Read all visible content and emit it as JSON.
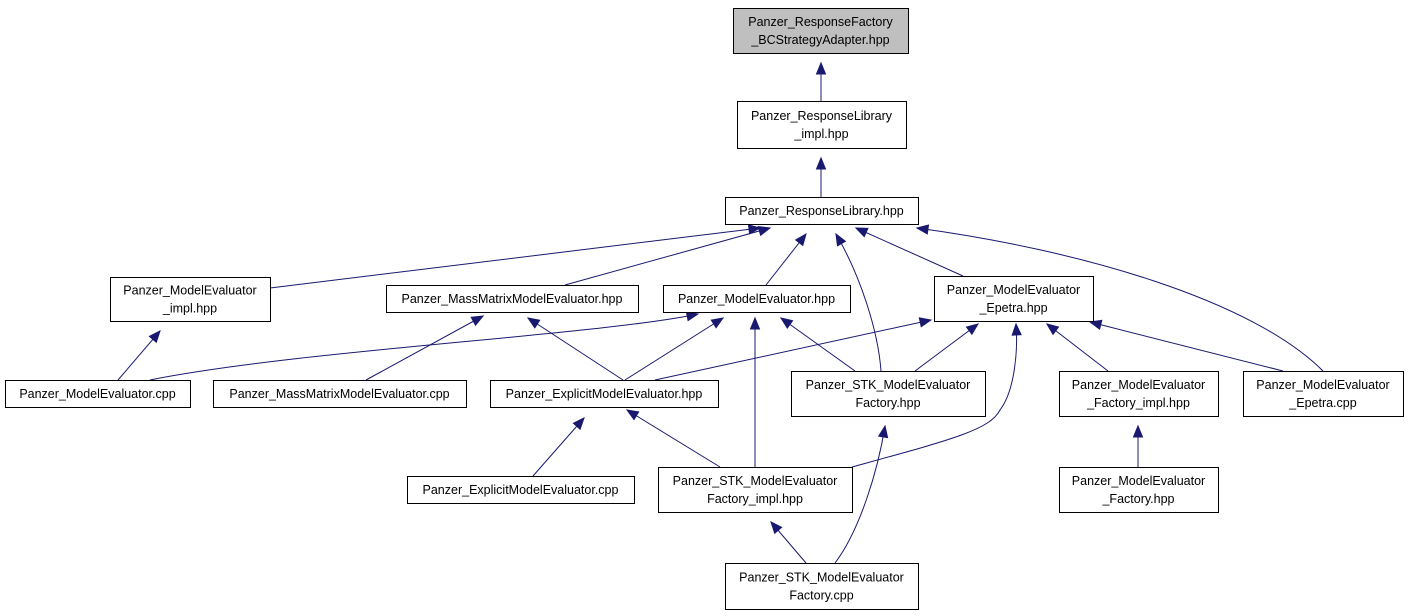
{
  "colors": {
    "edge": "#191970",
    "root_fill": "#bfbfbf",
    "node_fill": "#ffffff"
  },
  "nodes": {
    "rf_bcsa": {
      "lines": [
        "Panzer_ResponseFactory",
        "_BCStrategyAdapter.hpp"
      ],
      "root": true
    },
    "rl_impl": {
      "lines": [
        "Panzer_ResponseLibrary",
        "_impl.hpp"
      ]
    },
    "rl": {
      "lines": [
        "Panzer_ResponseLibrary.hpp"
      ]
    },
    "me_impl": {
      "lines": [
        "Panzer_ModelEvaluator",
        "_impl.hpp"
      ]
    },
    "mm_me": {
      "lines": [
        "Panzer_MassMatrixModelEvaluator.hpp"
      ]
    },
    "me": {
      "lines": [
        "Panzer_ModelEvaluator.hpp"
      ]
    },
    "me_epetra": {
      "lines": [
        "Panzer_ModelEvaluator",
        "_Epetra.hpp"
      ]
    },
    "me_cpp": {
      "lines": [
        "Panzer_ModelEvaluator.cpp"
      ]
    },
    "mm_me_cpp": {
      "lines": [
        "Panzer_MassMatrixModelEvaluator.cpp"
      ]
    },
    "expl_me": {
      "lines": [
        "Panzer_ExplicitModelEvaluator.hpp"
      ]
    },
    "stk_mef": {
      "lines": [
        "Panzer_STK_ModelEvaluator",
        "Factory.hpp"
      ]
    },
    "mef_impl": {
      "lines": [
        "Panzer_ModelEvaluator",
        "_Factory_impl.hpp"
      ]
    },
    "me_epetra_cpp": {
      "lines": [
        "Panzer_ModelEvaluator",
        "_Epetra.cpp"
      ]
    },
    "expl_me_cpp": {
      "lines": [
        "Panzer_ExplicitModelEvaluator.cpp"
      ]
    },
    "stk_mef_impl": {
      "lines": [
        "Panzer_STK_ModelEvaluator",
        "Factory_impl.hpp"
      ]
    },
    "mef": {
      "lines": [
        "Panzer_ModelEvaluator",
        "_Factory.hpp"
      ]
    },
    "stk_mef_cpp": {
      "lines": [
        "Panzer_STK_ModelEvaluator",
        "Factory.cpp"
      ]
    }
  },
  "edges": [
    {
      "from": "rl_impl",
      "to": "rf_bcsa"
    },
    {
      "from": "rl",
      "to": "rl_impl"
    },
    {
      "from": "me_impl",
      "to": "rl"
    },
    {
      "from": "mm_me",
      "to": "rl"
    },
    {
      "from": "me",
      "to": "rl"
    },
    {
      "from": "stk_mef",
      "to": "rl"
    },
    {
      "from": "me_epetra",
      "to": "rl"
    },
    {
      "from": "me_epetra_cpp",
      "to": "rl"
    },
    {
      "from": "me_cpp",
      "to": "me_impl"
    },
    {
      "from": "mm_me_cpp",
      "to": "mm_me"
    },
    {
      "from": "expl_me",
      "to": "mm_me"
    },
    {
      "from": "me_cpp",
      "to": "me"
    },
    {
      "from": "expl_me",
      "to": "me"
    },
    {
      "from": "stk_mef_impl",
      "to": "me"
    },
    {
      "from": "stk_mef",
      "to": "me"
    },
    {
      "from": "expl_me",
      "to": "me_epetra"
    },
    {
      "from": "stk_mef",
      "to": "me_epetra"
    },
    {
      "from": "stk_mef_impl",
      "to": "me_epetra"
    },
    {
      "from": "mef_impl",
      "to": "me_epetra"
    },
    {
      "from": "me_epetra_cpp",
      "to": "me_epetra"
    },
    {
      "from": "expl_me_cpp",
      "to": "expl_me"
    },
    {
      "from": "stk_mef_impl",
      "to": "expl_me"
    },
    {
      "from": "stk_mef_cpp",
      "to": "stk_mef"
    },
    {
      "from": "mef",
      "to": "mef_impl"
    },
    {
      "from": "stk_mef_cpp",
      "to": "stk_mef_impl"
    }
  ]
}
